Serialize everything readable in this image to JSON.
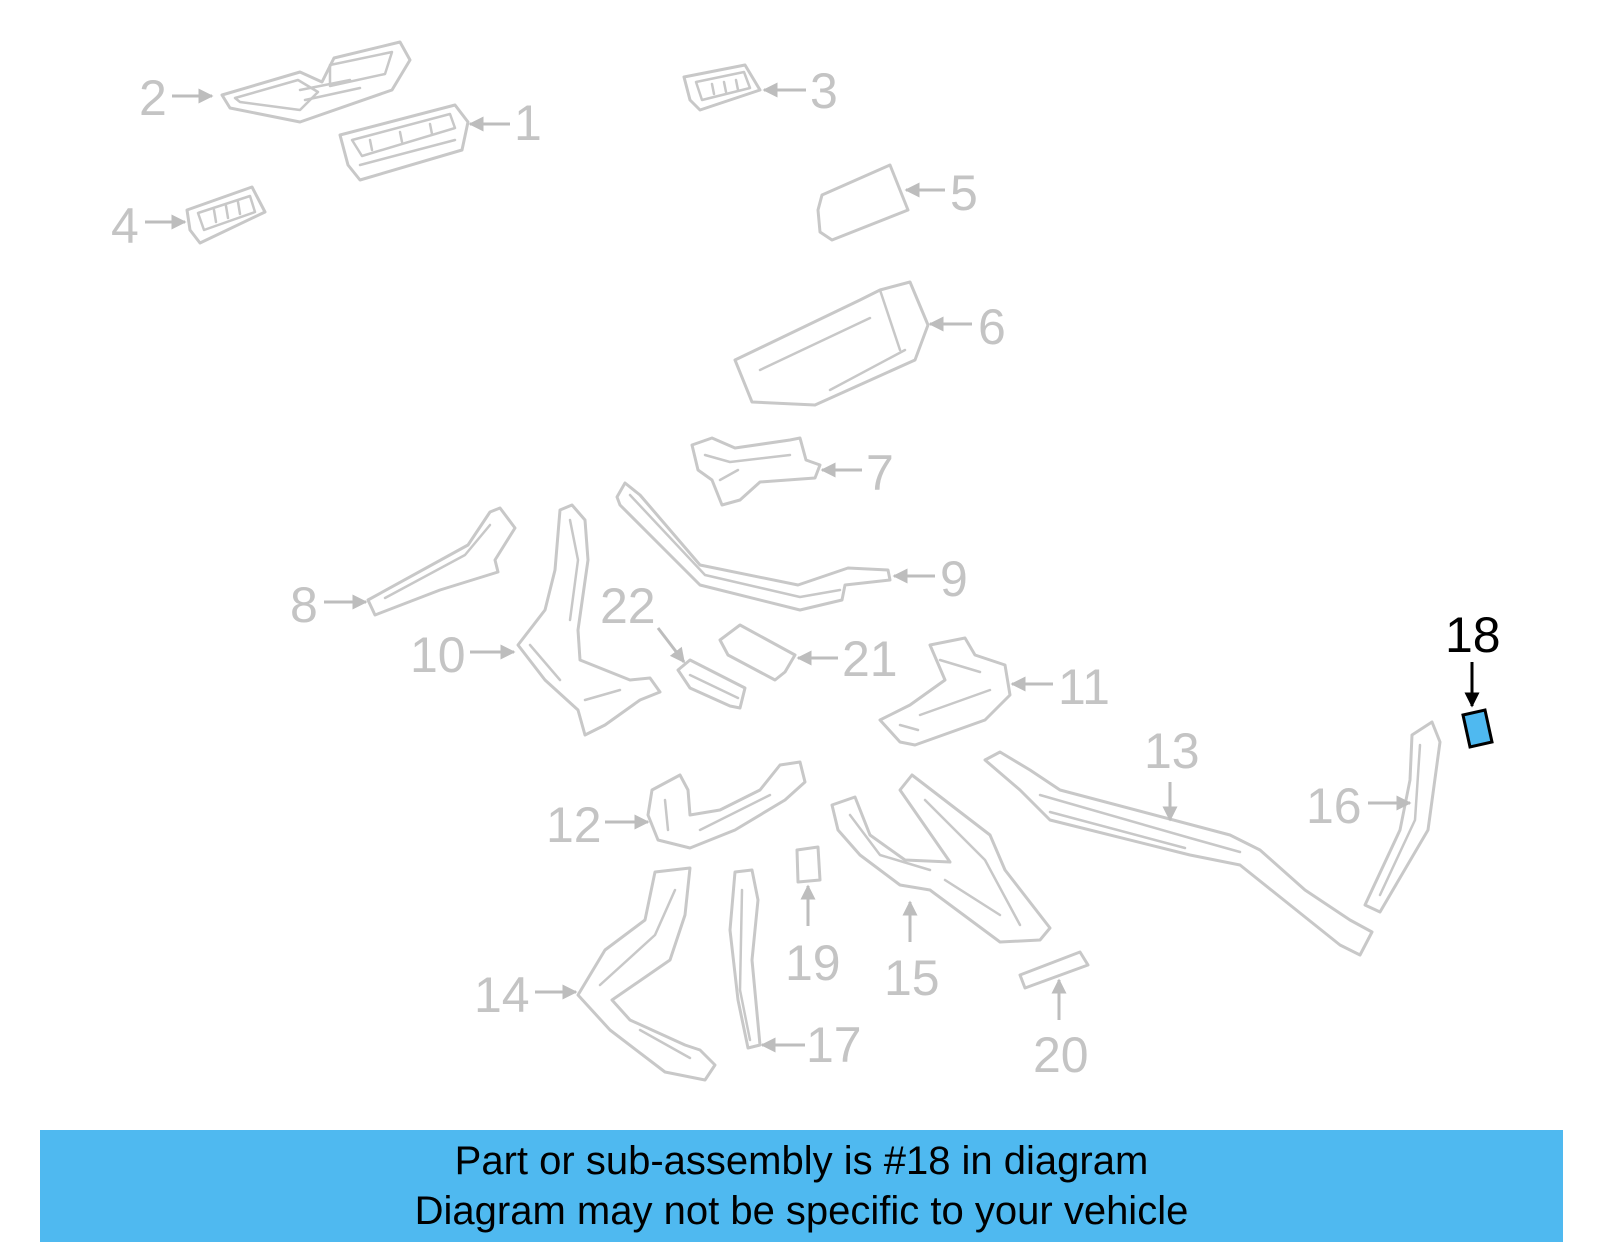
{
  "diagram": {
    "highlight_color": "#4fb9f0",
    "callouts": [
      {
        "id": "c1",
        "label": "1"
      },
      {
        "id": "c2",
        "label": "2"
      },
      {
        "id": "c3",
        "label": "3"
      },
      {
        "id": "c4",
        "label": "4"
      },
      {
        "id": "c5",
        "label": "5"
      },
      {
        "id": "c6",
        "label": "6"
      },
      {
        "id": "c7",
        "label": "7"
      },
      {
        "id": "c8",
        "label": "8"
      },
      {
        "id": "c9",
        "label": "9"
      },
      {
        "id": "c10",
        "label": "10"
      },
      {
        "id": "c11",
        "label": "11"
      },
      {
        "id": "c12",
        "label": "12"
      },
      {
        "id": "c13",
        "label": "13"
      },
      {
        "id": "c14",
        "label": "14"
      },
      {
        "id": "c15",
        "label": "15"
      },
      {
        "id": "c16",
        "label": "16"
      },
      {
        "id": "c17",
        "label": "17"
      },
      {
        "id": "c18",
        "label": "18",
        "highlighted": true
      },
      {
        "id": "c19",
        "label": "19"
      },
      {
        "id": "c20",
        "label": "20"
      },
      {
        "id": "c21",
        "label": "21"
      },
      {
        "id": "c22",
        "label": "22"
      }
    ]
  },
  "banner": {
    "line1": "Part or sub-assembly is #18 in diagram",
    "line2": "Diagram may not be specific to your vehicle"
  }
}
